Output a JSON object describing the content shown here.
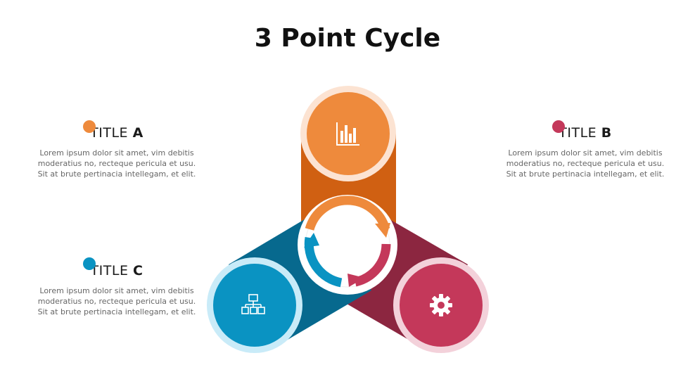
{
  "title": "3 Point Cycle",
  "colors": {
    "orange": "#EE8A3C",
    "orange_dark": "#D06012",
    "red": "#C4385A",
    "red_dark": "#8C2640",
    "blue": "#0A93C2",
    "blue_dark": "#07698E"
  },
  "items": [
    {
      "id": "a",
      "title_prefix": "TITLE ",
      "title_letter": "A",
      "body": "Lorem ipsum dolor sit amet, vim debitis moderatius no, recteque pericula et usu. Sit at brute pertinacia intellegam, et elit.",
      "icon": "bar-chart-icon"
    },
    {
      "id": "b",
      "title_prefix": "TITLE ",
      "title_letter": "B",
      "body": "Lorem ipsum dolor sit amet, vim debitis moderatius no, recteque pericula et usu. Sit at brute pertinacia intellegam, et elit.",
      "icon": "gear-icon"
    },
    {
      "id": "c",
      "title_prefix": "TITLE ",
      "title_letter": "C",
      "body": "Lorem ipsum dolor sit amet, vim debitis moderatius no, recteque pericula et usu. Sit at brute pertinacia intellegam, et elit.",
      "icon": "org-chart-icon"
    }
  ]
}
